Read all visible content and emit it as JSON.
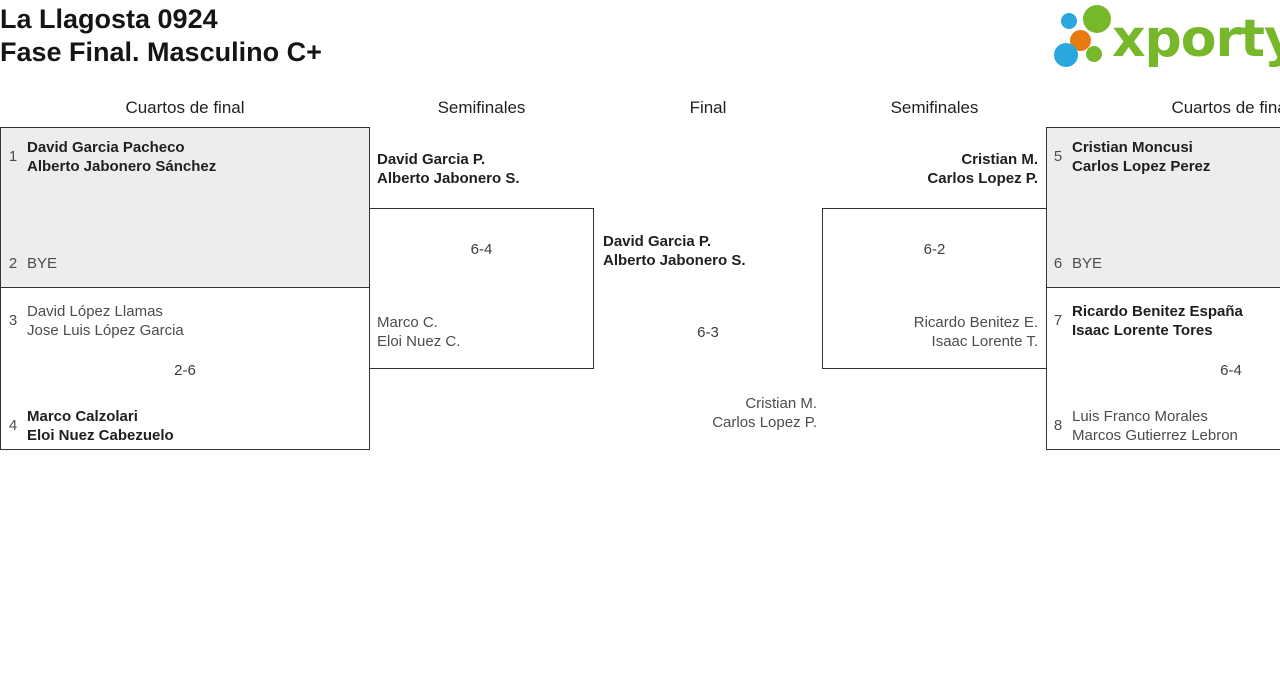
{
  "title": {
    "line1": "La Llagosta 0924",
    "line2": "Fase Final. Masculino C+"
  },
  "logo": {
    "brand": "xporty",
    "colors": {
      "green": "#76b82a",
      "blue": "#2aa7de",
      "orange": "#e97a10"
    }
  },
  "columns": [
    "Cuartos de final",
    "Semifinales",
    "Final",
    "Semifinales",
    "Cuartos de final"
  ],
  "matches": {
    "qf1": {
      "seed_top": "1",
      "team_top": [
        "David Garcia Pacheco",
        "Alberto Jabonero Sánchez"
      ],
      "seed_bottom": "2",
      "team_bottom": [
        "BYE"
      ]
    },
    "qf2": {
      "seed_top": "3",
      "team_top": [
        "David López Llamas",
        "Jose Luis López Garcia"
      ],
      "score": "2-6",
      "seed_bottom": "4",
      "team_bottom": [
        "Marco Calzolari",
        "Eloi Nuez Cabezuelo"
      ]
    },
    "sf1": {
      "team_top": [
        "David Garcia P.",
        "Alberto Jabonero S."
      ],
      "score": "6-4",
      "team_bottom": [
        "Marco C.",
        "Eloi Nuez C."
      ]
    },
    "final": {
      "team_top": [
        "David Garcia P.",
        "Alberto Jabonero S."
      ],
      "score": "6-3",
      "team_bottom": [
        "Cristian M.",
        "Carlos Lopez P."
      ]
    },
    "sf2": {
      "team_top": [
        "Cristian M.",
        "Carlos Lopez P."
      ],
      "score": "6-2",
      "team_bottom": [
        "Ricardo Benitez E.",
        "Isaac Lorente T."
      ]
    },
    "qf3": {
      "seed_top": "5",
      "team_top": [
        "Cristian Moncusi",
        "Carlos Lopez Perez"
      ],
      "seed_bottom": "6",
      "team_bottom": [
        "BYE"
      ]
    },
    "qf4": {
      "seed_top": "7",
      "team_top": [
        "Ricardo Benitez España",
        "Isaac Lorente Tores"
      ],
      "score": "6-4",
      "seed_bottom": "8",
      "team_bottom": [
        "Luis Franco Morales",
        "Marcos Gutierrez Lebron"
      ]
    }
  },
  "styles": {
    "box_fill_grey": "#ededed",
    "border": "#333333",
    "winner_text": "#1f1f1f",
    "loser_text": "#4d4d4d"
  }
}
